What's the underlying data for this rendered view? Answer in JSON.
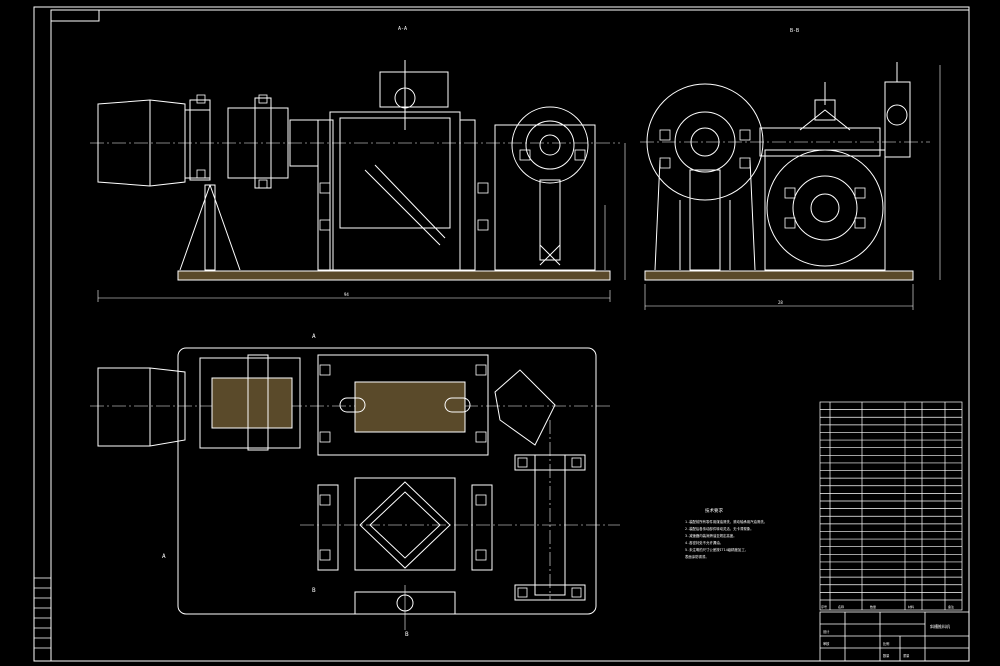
{
  "canvas": {
    "background": "#000000",
    "line_color": "#ffffff",
    "accent": "#ffff00"
  },
  "views": {
    "front_label": "A-A",
    "side_label": "B-B",
    "section_markers": [
      "A",
      "A",
      "B",
      "B"
    ]
  },
  "dimensions": {
    "front_total": "94",
    "side_total": "28"
  },
  "notes": {
    "title": "技术要求",
    "lines": [
      "1.装配前所有零件用煤油清洗，滚动轴承用汽油清洗。",
      "2.装配后各传动部件转动灵活，无卡滞现象。",
      "3.减速器内装润滑油至规定高度。",
      "4.各密封处不允许漏油。",
      "5.未注明的尺寸公差按IT14级精度加工，",
      "  表面涂防锈漆。"
    ]
  },
  "bom": {
    "rows": 26,
    "header": [
      "序号",
      "名称",
      "数量",
      "材料",
      "备注"
    ]
  },
  "title_block": {
    "name": "斜槽推料机",
    "labels": [
      "设计",
      "审核",
      "比例",
      "数量",
      "重量"
    ]
  },
  "left_strip": {
    "cells": 8
  }
}
